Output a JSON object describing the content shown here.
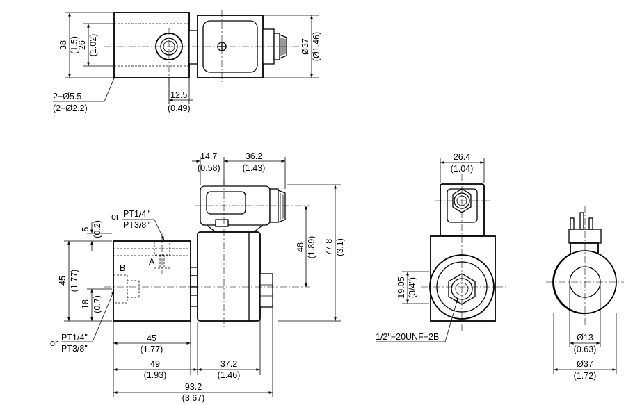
{
  "top_view": {
    "dim_38": "38",
    "dim_38_in": "(1.5)",
    "dim_26": "26",
    "dim_26_in": "(1.02)",
    "dim_dia37": "Ø37",
    "dim_dia37_in": "(Ø1.46)",
    "hole_mm": "2−Ø5.5",
    "hole_in": "(2−Ø2.2)",
    "dim_12_5": "12.5",
    "dim_12_5_in": "(0.49)"
  },
  "front_view": {
    "dim_14_7": "14.7",
    "dim_14_7_in": "(0.58)",
    "dim_36_2": "36.2",
    "dim_36_2_in": "(1.43)",
    "port_top_or": "or",
    "port_top_1": "PT1/4\"",
    "port_top_2": "PT3/8\"",
    "dim_5": "5",
    "dim_5_in": "(0.2)",
    "label_a": "A",
    "label_b": "B",
    "dim_45v": "45",
    "dim_45v_in": "(1.77)",
    "dim_18": "18",
    "dim_18_in": "(0.7)",
    "dim_48": "48",
    "dim_48_in": "(1.89)",
    "dim_77_8": "77.8",
    "dim_77_8_in": "(3.1)",
    "port_bot_or": "or",
    "port_bot_1": "PT1/4\"",
    "port_bot_2": "PT3/8\"",
    "dim_45h": "45",
    "dim_45h_in": "(1.77)",
    "dim_49": "49",
    "dim_49_in": "(1.93)",
    "dim_37_2": "37.2",
    "dim_37_2_in": "(1.46)",
    "dim_93_2": "93.2",
    "dim_93_2_in": "(3.67)"
  },
  "side_view": {
    "dim_26_4": "26.4",
    "dim_26_4_in": "(1.04)",
    "dim_19_05": "19.05",
    "dim_19_05_in": "(3/4\")",
    "thread": "1/2\"−20UNF−2B"
  },
  "coil_view": {
    "dim_dia13": "Ø13",
    "dim_dia13_in": "(0.63)",
    "dim_dia37": "Ø37",
    "dim_dia37_in": "(1.72)"
  }
}
